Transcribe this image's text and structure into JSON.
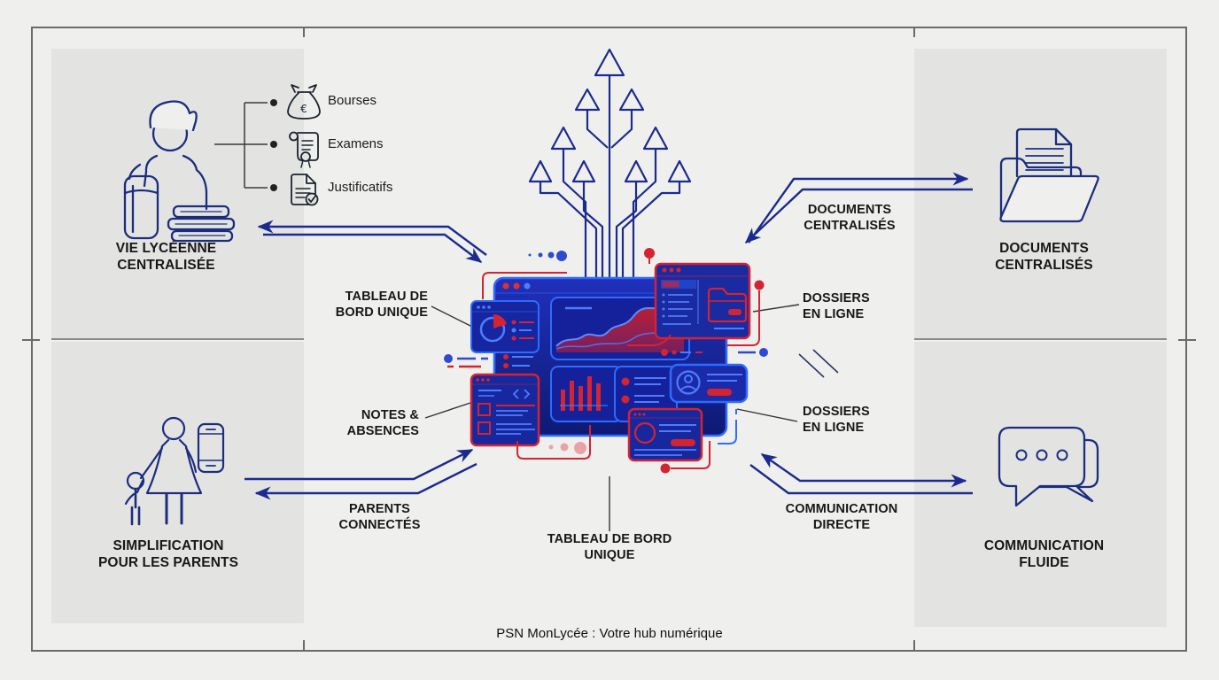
{
  "frame": {
    "caption": "PSN MonLycée : Votre hub numérique"
  },
  "quadrants": {
    "vie_lyceenne": {
      "title": "VIE LYCÉENNE\nCENTRALISÉE",
      "icon": "student-books-icon"
    },
    "documents": {
      "title": "DOCUMENTS\nCENTRALISÉS",
      "icon": "folder-documents-icon"
    },
    "parents": {
      "title": "SIMPLIFICATION\nPOUR LES PARENTS",
      "icon": "parent-child-phone-icon"
    },
    "communication": {
      "title": "COMMUNICATION\nFLUIDE",
      "icon": "chat-bubbles-icon"
    }
  },
  "student_features": [
    {
      "icon": "money-bag-euro-icon",
      "label": "Bourses"
    },
    {
      "icon": "diploma-scroll-icon",
      "label": "Examens"
    },
    {
      "icon": "document-check-icon",
      "label": "Justificatifs"
    }
  ],
  "annotations": {
    "dashboard": "TABLEAU DE\nBORD UNIQUE",
    "notes": "NOTES &\nABSENCES",
    "dossiers_top": "DOSSIERS\nEN LIGNE",
    "dossiers_bottom": "DOSSIERS\nEN LIGNE",
    "documents_flow": "DOCUMENTS\nCENTRALISÉS",
    "communication_flow": "COMMUNICATION\nDIRECTE",
    "parents_flow": "PARENTS\nCONNECTÉS",
    "dashboard_bottom": "TABLEAU DE BORD\nUNIQUE"
  },
  "colors": {
    "background": "#eff0ed",
    "panel_gray": "#e3e4e1",
    "navy": "#1b2a8e",
    "icon_navy": "#1b2d7e",
    "red": "#d42331",
    "bright_blue": "#2e6bff",
    "light_blue": "#4d7dff",
    "dashboard_blue_top": "#2030bb",
    "dashboard_blue_bottom": "#0e1a74"
  }
}
